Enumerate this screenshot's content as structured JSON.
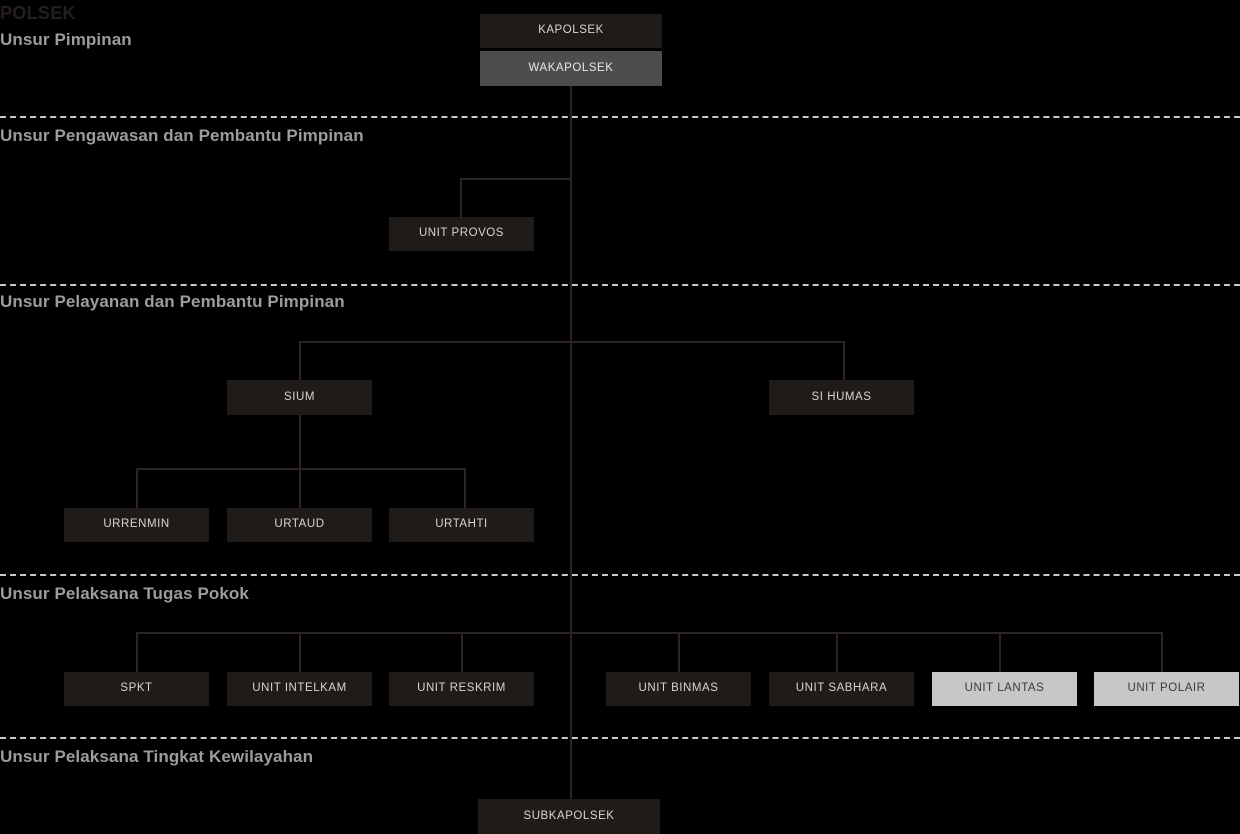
{
  "chart_title": "POLSEK",
  "sections": [
    {
      "label": "Unsur Pimpinan"
    },
    {
      "label": "Unsur Pengawasan dan Pembantu Pimpinan"
    },
    {
      "label": "Unsur Pelayanan dan Pembantu Pimpinan"
    },
    {
      "label": "Unsur Pelaksana Tugas Pokok"
    },
    {
      "label": "Unsur Pelaksana Tingkat Kewilayahan"
    }
  ],
  "nodes": {
    "kapolsek": "KAPOLSEK",
    "wakapolsek": "WAKAPOLSEK",
    "unit_provos": "UNIT PROVOS",
    "sium": "SIUM",
    "si_humas": "SI HUMAS",
    "urrenmin": "URRENMIN",
    "urtaud": "URTAUD",
    "urtahti": "URTAHTI",
    "spkt": "SPKT",
    "unit_intelkam": "UNIT INTELKAM",
    "unit_reskrim": "UNIT RESKRIM",
    "unit_binmas": "UNIT BINMAS",
    "unit_sabhara": "UNIT SABHARA",
    "unit_lantas": "UNIT LANTAS",
    "unit_polair": "UNIT POLAIR",
    "subkapolsek": "SUBKAPOLSEK"
  },
  "colors": {
    "background": "#000000",
    "box_dark": "#1f1b19",
    "box_mid": "#4d4d4d",
    "box_light": "#c7c7c7",
    "line": "#2b2421",
    "section_label": "#9c9c9c",
    "divider": "#c9c9c9",
    "title": "#241f1d"
  }
}
